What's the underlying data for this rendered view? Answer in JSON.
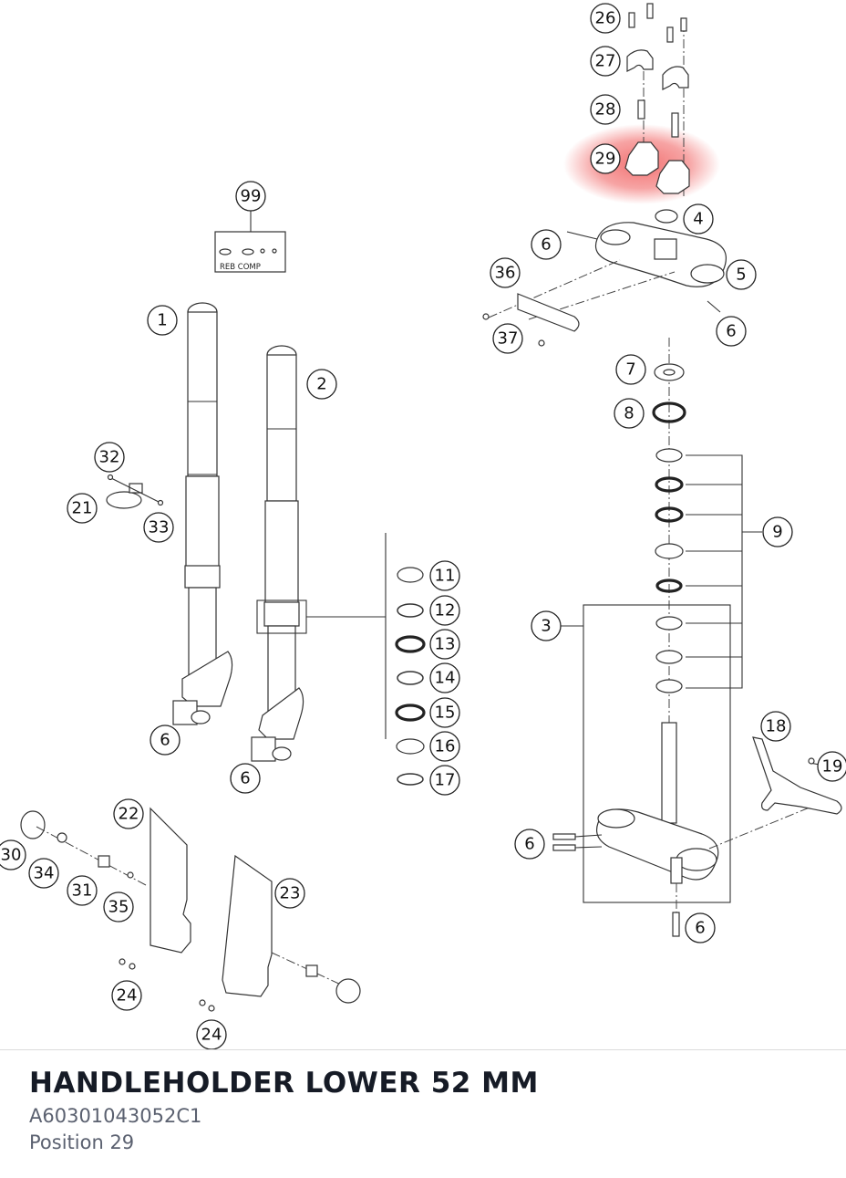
{
  "diagram": {
    "highlight_color": "#f05a5a",
    "highlighted_callout": "29",
    "tool_label": "REB COMP",
    "callouts": [
      "26",
      "27",
      "28",
      "29",
      "4",
      "6",
      "5",
      "36",
      "37",
      "6",
      "99",
      "1",
      "2",
      "32",
      "21",
      "33",
      "7",
      "8",
      "9",
      "3",
      "11",
      "12",
      "13",
      "14",
      "15",
      "16",
      "17",
      "6",
      "6",
      "18",
      "19",
      "6",
      "6",
      "22",
      "30",
      "34",
      "31",
      "35",
      "23",
      "24",
      "24"
    ]
  },
  "footer": {
    "title": "HANDLEHOLDER LOWER 52 MM",
    "part_number": "A60301043052C1",
    "position": "Position 29"
  }
}
